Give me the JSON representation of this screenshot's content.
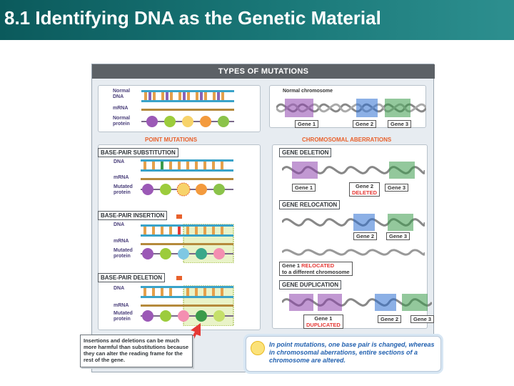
{
  "header": {
    "title": "8.1 Identifying DNA as the Genetic Material"
  },
  "figure": {
    "title": "TYPES OF MUTATIONS",
    "left": {
      "normal_labels": {
        "dna": "Normal DNA",
        "mrna": "mRNA",
        "protein": "Normal protein"
      },
      "section_title": "POINT MUTATIONS",
      "subs": {
        "tag": "BASE-PAIR SUBSTITUTION",
        "dna": "DNA",
        "mrna": "mRNA",
        "protein": "Mutated protein"
      },
      "ins": {
        "tag": "BASE-PAIR INSERTION",
        "dna": "DNA",
        "mrna": "mRNA",
        "protein": "Mutated protein"
      },
      "del": {
        "tag": "BASE-PAIR DELETION",
        "dna": "DNA",
        "mrna": "mRNA",
        "protein": "Mutated protein"
      }
    },
    "right": {
      "normal_title": "Normal chromosome",
      "genes": {
        "g1": "Gene 1",
        "g2": "Gene 2",
        "g3": "Gene 3"
      },
      "section_title": "CHROMOSOMAL ABERRATIONS",
      "deletion_tag": "GENE DELETION",
      "deleted_word": "DELETED",
      "relocation_tag": "GENE RELOCATION",
      "relocated_word": "RELOCATED",
      "relocated_suffix": "to a different chromosome",
      "duplication_tag": "GENE DUPLICATION",
      "duplicated_word": "DUPLICATED"
    },
    "note": "Insertions and deletions can be much more harmful than substitutions because they can alter the reading frame for the rest of the gene.",
    "tip": "In point mutations, one base pair is changed, whereas in chromosomal aberrations, entire sections of a chromosome are altered."
  },
  "colors": {
    "header": "#1a7878",
    "accent_orange": "#e8612c",
    "deleted_red": "#e53935",
    "tip_blue": "#2462b0"
  }
}
